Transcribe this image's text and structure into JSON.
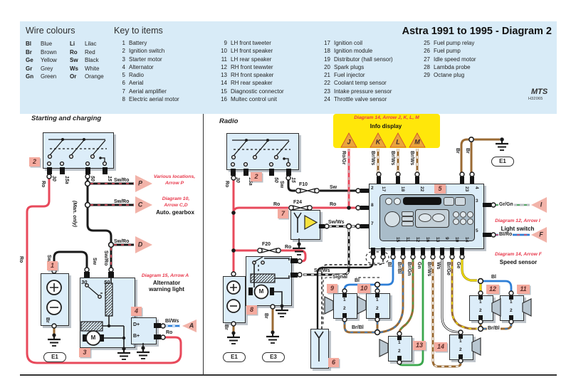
{
  "header": {
    "title": "Astra 1991 to 1995 - Diagram 2",
    "brand": "MTS",
    "brand_code": "H32065",
    "wire_colours": {
      "title": "Wire colours",
      "rows": [
        {
          "a1": "Bl",
          "n1": "Blue",
          "a2": "Li",
          "n2": "Lilac"
        },
        {
          "a1": "Br",
          "n1": "Brown",
          "a2": "Ro",
          "n2": "Red"
        },
        {
          "a1": "Ge",
          "n1": "Yellow",
          "a2": "Sw",
          "n2": "Black"
        },
        {
          "a1": "Gr",
          "n1": "Grey",
          "a2": "Ws",
          "n2": "White"
        },
        {
          "a1": "Gn",
          "n1": "Green",
          "a2": "Or",
          "n2": "Orange"
        }
      ]
    },
    "key": {
      "title": "Key to items",
      "col1": [
        {
          "n": "1",
          "t": "Battery"
        },
        {
          "n": "2",
          "t": "Ignition switch"
        },
        {
          "n": "3",
          "t": "Starter motor"
        },
        {
          "n": "4",
          "t": "Alternator"
        },
        {
          "n": "5",
          "t": "Radio"
        },
        {
          "n": "6",
          "t": "Aerial"
        },
        {
          "n": "7",
          "t": "Aerial amplifier"
        },
        {
          "n": "8",
          "t": "Electric aerial motor"
        }
      ],
      "col2": [
        {
          "n": "9",
          "t": "LH front tweeter"
        },
        {
          "n": "10",
          "t": "LH front speaker"
        },
        {
          "n": "11",
          "t": "LH rear speaker"
        },
        {
          "n": "12",
          "t": "RH front tewwter"
        },
        {
          "n": "13",
          "t": "RH front speaker"
        },
        {
          "n": "14",
          "t": "RH rear speaker"
        },
        {
          "n": "15",
          "t": "Diagnostic connector"
        },
        {
          "n": "16",
          "t": "Multec control unit"
        }
      ],
      "col3": [
        {
          "n": "17",
          "t": "Ignition coil"
        },
        {
          "n": "18",
          "t": "Ignition module"
        },
        {
          "n": "19",
          "t": "Distributor (hall sensor)"
        },
        {
          "n": "20",
          "t": "Spark plugs"
        },
        {
          "n": "21",
          "t": "Fuel injector"
        },
        {
          "n": "22",
          "t": "Coolant temp sensor"
        },
        {
          "n": "23",
          "t": "Intake pressure sensor"
        },
        {
          "n": "24",
          "t": "Throttle valve sensor"
        }
      ],
      "col4": [
        {
          "n": "25",
          "t": "Fuel pump relay"
        },
        {
          "n": "26",
          "t": "Fuel pump"
        },
        {
          "n": "27",
          "t": "Idle speed motor"
        },
        {
          "n": "28",
          "t": "Lambda probe"
        },
        {
          "n": "29",
          "t": "Octane plug"
        }
      ]
    }
  },
  "sections": {
    "left_title": "Starting and charging",
    "right_title": "Radio"
  },
  "labels": {
    "ro": "Ro",
    "sw": "Sw",
    "swro": "Sw/Ro",
    "swws": "Sw/Ws",
    "br": "Br",
    "blws": "Bl/Ws",
    "rogr": "Ro/Gr",
    "brws": "Br/Ws",
    "bl": "Bl",
    "brbl": "Br/Bl",
    "brgn": "Br/Gn",
    "gn": "Gn",
    "ws": "Ws",
    "brge": "Br/Ge",
    "ge": "Ge",
    "grgn": "Gr/Gn",
    "blro": "Bl/Ro",
    "man_only": "(Man. only)",
    "signal": "Signal",
    "dplus": "D+",
    "bplus": "B+",
    "motor": "M",
    "t30": "30",
    "t15a": "15a",
    "t50": "50",
    "t15": "15",
    "p1": "1",
    "p2": "2"
  },
  "badges": {
    "b1": "1",
    "b2": "2",
    "b3": "3",
    "b4": "4",
    "b5": "5",
    "b6": "6",
    "b7": "7",
    "b8": "8",
    "b9": "9",
    "b10": "10",
    "b11": "11",
    "b12": "12",
    "b13": "13",
    "b14": "14"
  },
  "pins": {
    "p2": "2",
    "p3": "3",
    "p4": "4",
    "p5": "5",
    "p7": "7",
    "p8": "8",
    "p9": "9",
    "p10": "10",
    "p11": "11",
    "p12": "12",
    "p13": "13",
    "p14": "14",
    "p15": "15",
    "p16": "16",
    "p17": "17",
    "p18": "18",
    "p22": "22",
    "p23": "23"
  },
  "fuses": {
    "f10": "F10",
    "f24": "F24",
    "f20": "F20"
  },
  "grounds": {
    "e1": "E1",
    "e3": "E3"
  },
  "arrows": {
    "p": "P",
    "c": "C",
    "d": "D",
    "a": "A",
    "i": "I",
    "f": "F",
    "j": "J",
    "k": "K",
    "l": "L",
    "m": "M"
  },
  "callouts": {
    "p1": "Various locations,",
    "p2": "Arrow P",
    "c1": "Diagram 10,",
    "c2": "Arrow C,D",
    "c3": "Auto. gearbox",
    "a1": "Diagram 15, Arrow A",
    "a2": "Alternator",
    "a3": "warning light",
    "jklm1": "Diagram 14, Arrow J, K, L, M",
    "jklm2": "Info display",
    "i1": "Diagram 12, Arrow I",
    "i2": "Light switch",
    "f1": "Diagram 14, Arrow F",
    "f2": "Speed sensor"
  },
  "palette": {
    "red": "#e8495b",
    "brown": "#9a6a33",
    "blue": "#2f7fd6",
    "green": "#3aa64c",
    "yellow": "#f2de0e",
    "grey": "#b9bfc2",
    "highlight": "#ffe70a",
    "badge": "#f4ab9f",
    "arrow": "#f2b3a9",
    "panel": "#d8ebf7",
    "component": "#dcedf9",
    "callout-red": "#e8374a"
  }
}
